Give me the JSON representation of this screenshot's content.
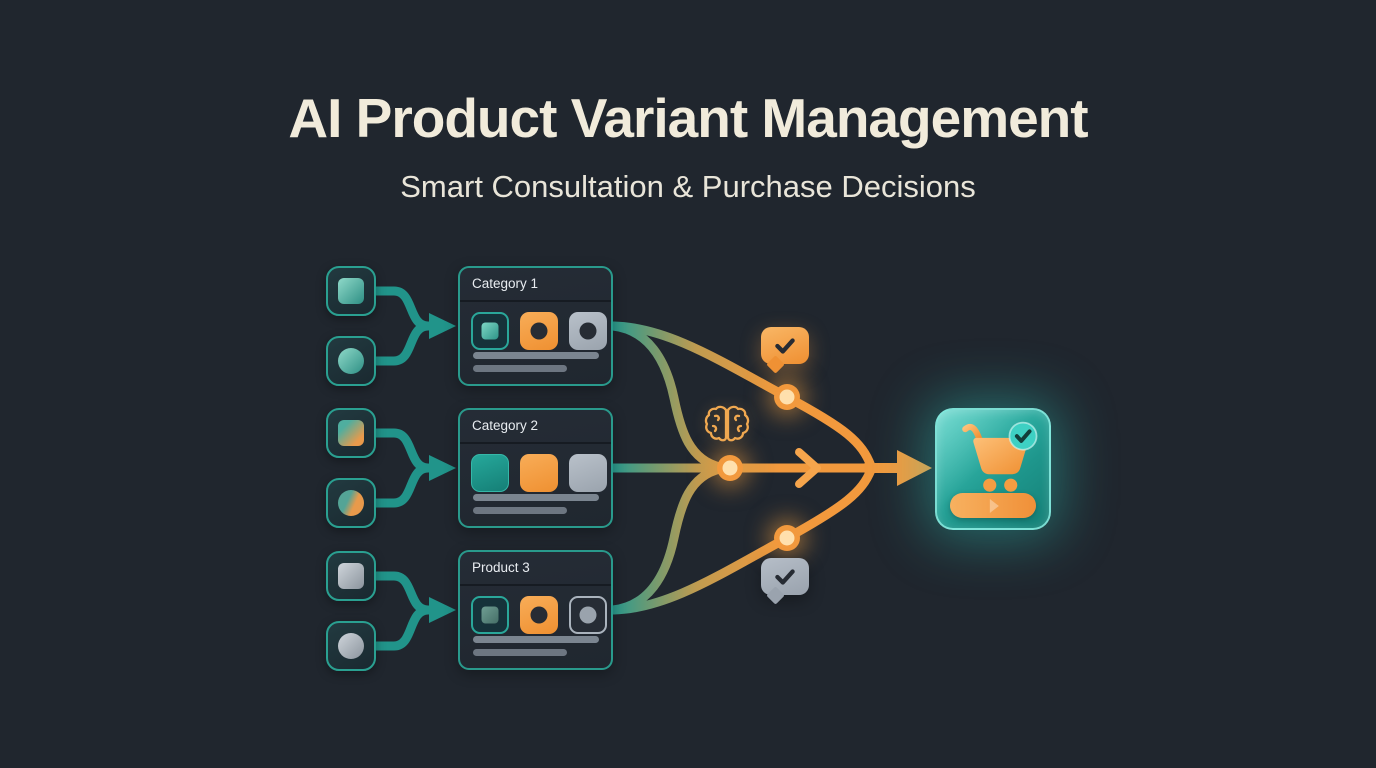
{
  "header": {
    "title": "AI Product Variant Management",
    "subtitle": "Smart Consultation & Purchase Decisions"
  },
  "flow": {
    "source_tiles": [
      {
        "row": 1,
        "shapes": [
          "teal-square",
          "teal-circle"
        ]
      },
      {
        "row": 2,
        "shapes": [
          "teal-orange-square",
          "teal-orange-circle"
        ]
      },
      {
        "row": 3,
        "shapes": [
          "gray-square",
          "gray-circle"
        ]
      }
    ],
    "cards": [
      {
        "label": "Category 1",
        "swatches": [
          "teal-outlined-square",
          "orange-with-dot",
          "gray-with-dot"
        ],
        "placeholder_bars": 2
      },
      {
        "label": "Category 2",
        "swatches": [
          "teal-solid",
          "orange-solid",
          "gray-solid"
        ],
        "placeholder_bars": 2
      },
      {
        "label": "Product 3",
        "swatches": [
          "teal-outlined-square-muted",
          "orange-with-dot",
          "gray-outlined-dot"
        ],
        "placeholder_bars": 2
      }
    ],
    "decision_nodes": 3,
    "icons": [
      "brain-icon",
      "chat-check-bubble-orange-icon",
      "chat-check-bubble-gray-icon",
      "cart-icon",
      "check-badge-icon",
      "flow-arrow-icon",
      "merge-arrow-icon"
    ]
  },
  "colors": {
    "background": "#20262e",
    "teal": "#23998e",
    "orange": "#f2993d",
    "gray": "#a7b0ba",
    "title_text": "#f1ebdb",
    "card_background": "#232a33",
    "cart_card_glow": "#2ed3c3"
  }
}
